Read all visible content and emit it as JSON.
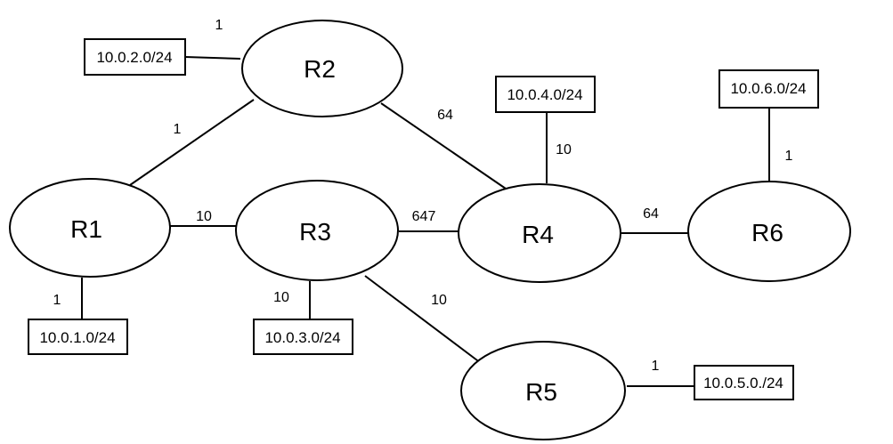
{
  "routers": {
    "r1": "R1",
    "r2": "R2",
    "r3": "R3",
    "r4": "R4",
    "r5": "R5",
    "r6": "R6"
  },
  "networks": {
    "n1": "10.0.1.0/24",
    "n2": "10.0.2.0/24",
    "n3": "10.0.3.0/24",
    "n4": "10.0.4.0/24",
    "n5": "10.0.5.0./24",
    "n6": "10.0.6.0/24"
  },
  "costs": {
    "r2_n2": "1",
    "r1_r2": "1",
    "r2_r4": "64",
    "r4_n4": "10",
    "r6_n6": "1",
    "r1_r3": "10",
    "r3_r4": "647",
    "r4_r6": "64",
    "r1_n1": "1",
    "r3_n3": "10",
    "r3_r5": "10",
    "r5_n5": "1"
  }
}
